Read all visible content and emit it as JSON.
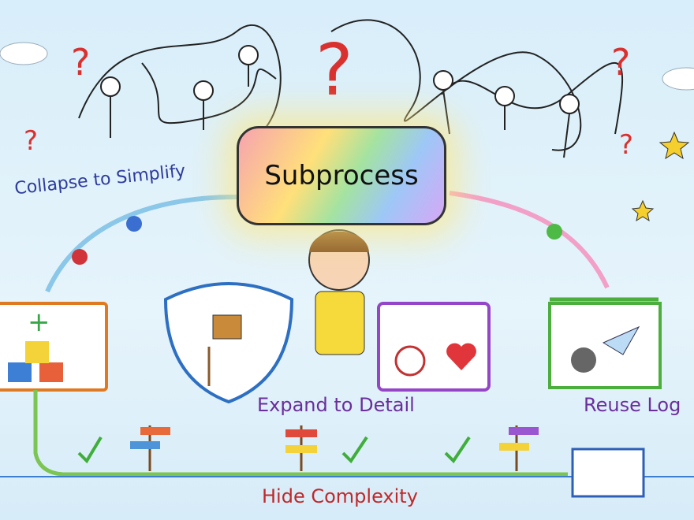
{
  "title": "Subprocess",
  "labels": {
    "collapse": "Collapse to Simplify",
    "expand": "Expand to Detail",
    "reuse": "Reuse Log",
    "hide": "Hide Complexity"
  },
  "colors": {
    "background": "#dcf0fa",
    "collapse": "#2e3c9c",
    "expand": "#6a2e9c",
    "reuse": "#6a2e9c",
    "hide": "#c0282a",
    "path": "#7cc552"
  }
}
